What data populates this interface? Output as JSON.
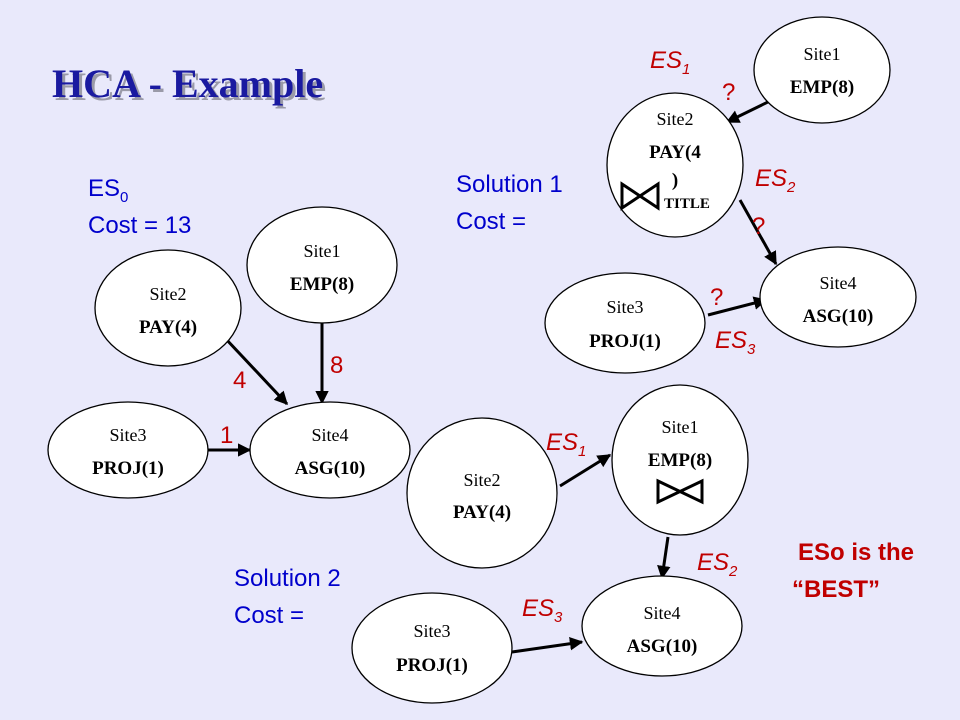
{
  "title": "HCA - Example",
  "es0": {
    "label": "ES",
    "sub": "0",
    "cost": "Cost = 13"
  },
  "solution1": {
    "label": "Solution 1",
    "cost": "Cost ="
  },
  "solution2": {
    "label": "Solution 2",
    "cost": "Cost ="
  },
  "best": {
    "line1": "ESo is the",
    "line2": "“BEST”"
  },
  "es_label": "ES",
  "question": "?",
  "titlejoin": "TITLE",
  "es0_graph": {
    "site2": {
      "site": "Site2",
      "rel": "PAY(4)"
    },
    "site1": {
      "site": "Site1",
      "rel": "EMP(8)"
    },
    "site3": {
      "site": "Site3",
      "rel": "PROJ(1)"
    },
    "site4": {
      "site": "Site4",
      "rel": "ASG(10)"
    },
    "cost_pay": "4",
    "cost_emp": "8",
    "cost_proj": "1"
  },
  "sol1_graph": {
    "site1": {
      "site": "Site1",
      "rel": "EMP(8)"
    },
    "site2": {
      "site": "Site2",
      "rel_a": "PAY(4",
      "rel_b": ")"
    },
    "site3": {
      "site": "Site3",
      "rel": "PROJ(1)"
    },
    "site4": {
      "site": "Site4",
      "rel": "ASG(10)"
    },
    "es1_sub": "1",
    "es2_sub": "2",
    "es3_sub": "3"
  },
  "sol2_graph": {
    "site2": {
      "site": "Site2",
      "rel": "PAY(4)"
    },
    "site1": {
      "site": "Site1",
      "rel": "EMP(8)"
    },
    "site3": {
      "site": "Site3",
      "rel": "PROJ(1)"
    },
    "site4": {
      "site": "Site4",
      "rel": "ASG(10)"
    },
    "es1_sub": "1",
    "es2_sub": "2",
    "es3_sub": "3"
  },
  "colors": {
    "background": "#e9e9fb",
    "title": "#1a1aa0",
    "blue_text": "#0000cc",
    "red_text": "#c00000"
  }
}
